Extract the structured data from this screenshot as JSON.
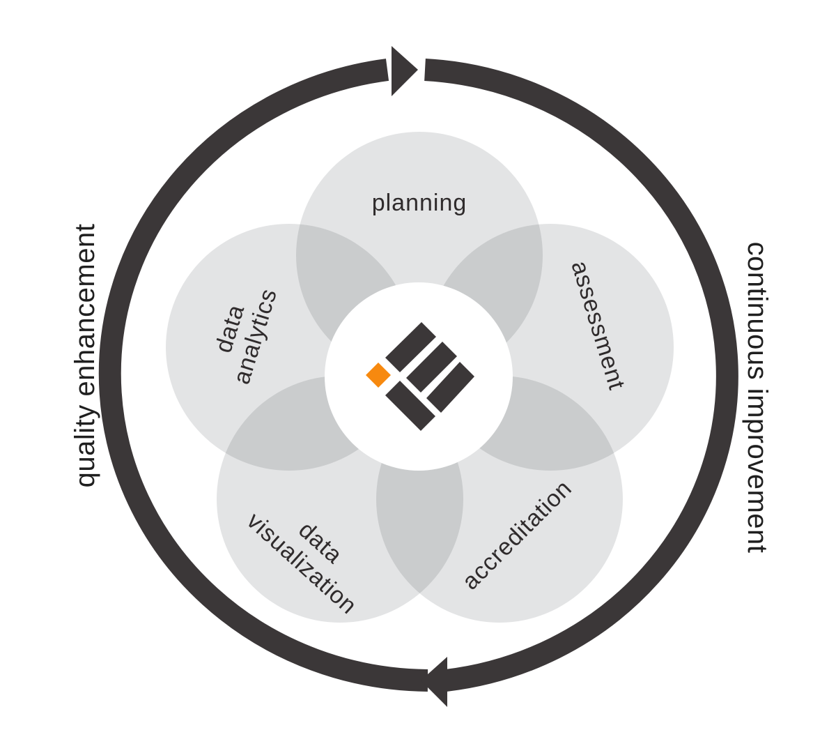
{
  "diagram": {
    "outer_left_label": "quality enhancement",
    "outer_right_label": "continuous improvement",
    "petals": {
      "top": "planning",
      "right": "assessment",
      "bottom_right": "accreditation",
      "bottom_left": {
        "line1": "data",
        "line2": "visualization"
      },
      "left": {
        "line1": "data",
        "line2": "analytics"
      }
    },
    "colors": {
      "ring": "#3b3738",
      "petal": "#e3e4e5",
      "center": "#ffffff",
      "logo_dark": "#3b3738",
      "logo_accent": "#f7890f"
    },
    "center_logo": "grid-diamond-logo-icon"
  }
}
